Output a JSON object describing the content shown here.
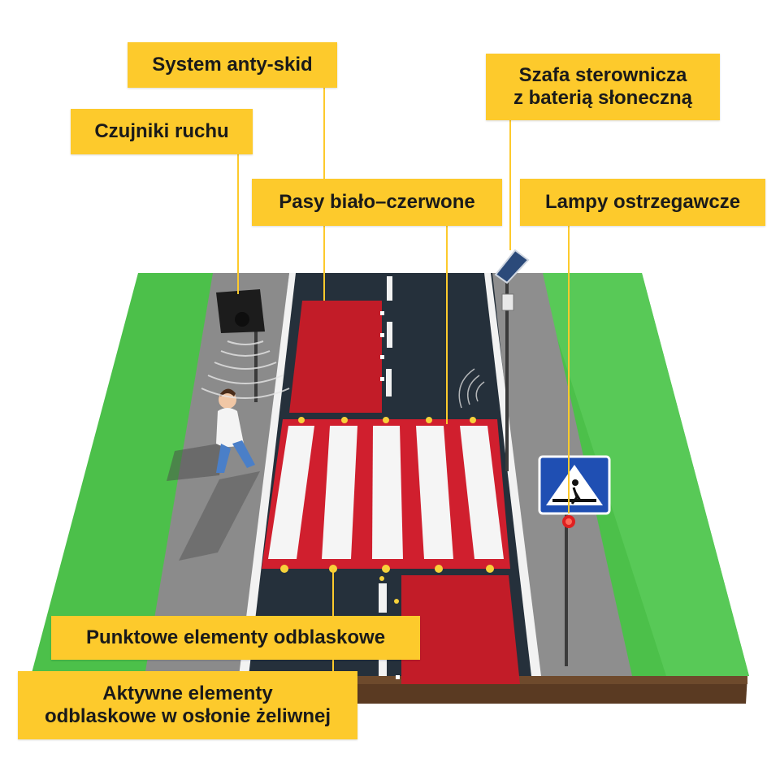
{
  "labels": {
    "anti_skid": "System anty-skid",
    "motion_sensors": "Czujniki ruchu",
    "control_cabinet_line1": "Szafa sterownicza",
    "control_cabinet_line2": "z baterią słoneczną",
    "red_white_stripes": "Pasy biało–czerwone",
    "warning_lamps": "Lampy ostrzegawcze",
    "point_reflectors": "Punktowe elementy odblaskowe",
    "active_reflectors_line1": "Aktywne elementy",
    "active_reflectors_line2": "odblaskowe w osłonie żeliwnej"
  },
  "colors": {
    "label_bg": "#fdca2c",
    "grass": "#4cc04a",
    "asphalt": "#25303b",
    "anti_skid_red": "#c21c28",
    "sidewalk": "#8e8e8e",
    "soil": "#5a3a22",
    "leader_line": "#fdca2c",
    "sign_blue": "#1f4fb3"
  },
  "icons": {
    "motion_sensor": "motion-sensor-icon",
    "solar_panel": "solar-panel-icon",
    "pedestrian_sign": "pedestrian-crossing-sign-icon",
    "pedestrian": "pedestrian-figure"
  }
}
